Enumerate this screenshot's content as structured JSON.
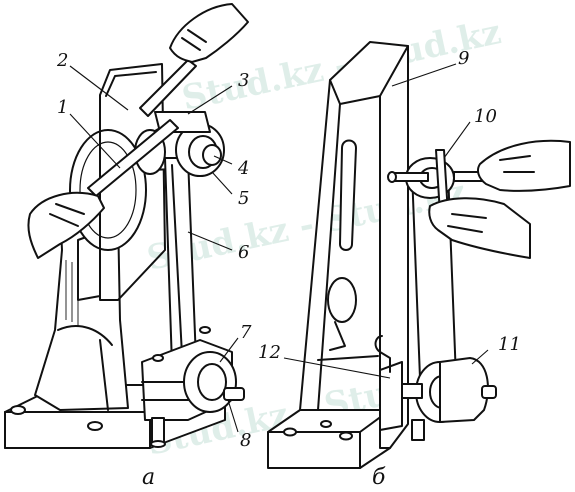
{
  "figure": {
    "watermark": "Stud.kz - Stud.kz",
    "subfigures": [
      {
        "label": "а",
        "callouts": [
          "1",
          "2",
          "3",
          "4",
          "5",
          "6",
          "7",
          "8"
        ]
      },
      {
        "label": "б",
        "callouts": [
          "9",
          "10",
          "11",
          "12"
        ]
      }
    ]
  }
}
